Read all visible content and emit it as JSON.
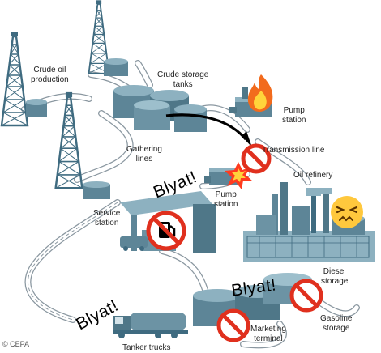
{
  "labels": {
    "crude_oil_production": "Crude oil\nproduction",
    "crude_storage_tanks": "Crude storage\ntanks",
    "pump_station_top": "Pump\nstation",
    "gathering_lines": "Gathering\nlines",
    "transmission_line": "Transmission line",
    "oil_refinery": "Oil refinery",
    "pump_station_mid": "Pump\nstation",
    "service_station": "Service\nstation",
    "diesel_storage": "Diesel\nstorage",
    "gasoline_storage": "Gasoline\nstorage",
    "marketing_terminal": "Marketing\nterminal",
    "tanker_trucks": "Tanker trucks"
  },
  "captions": {
    "blyat_1": "Blyat!",
    "blyat_2": "Blyat!",
    "blyat_3": "Blyat!"
  },
  "copyright": "© CEPA",
  "colors": {
    "tower": "#3f6b80",
    "tank_body": "#5d8597",
    "tank_top": "#8db1c0",
    "pipe_outline": "#8a97a0",
    "pipe_fill": "#ffffff",
    "prohibit": "#e0301e",
    "arrow": "#000000"
  },
  "icons": [
    "fire-icon",
    "explosion-icon",
    "no-entry-icon",
    "fuel-pump-icon",
    "confounded-face-icon"
  ]
}
